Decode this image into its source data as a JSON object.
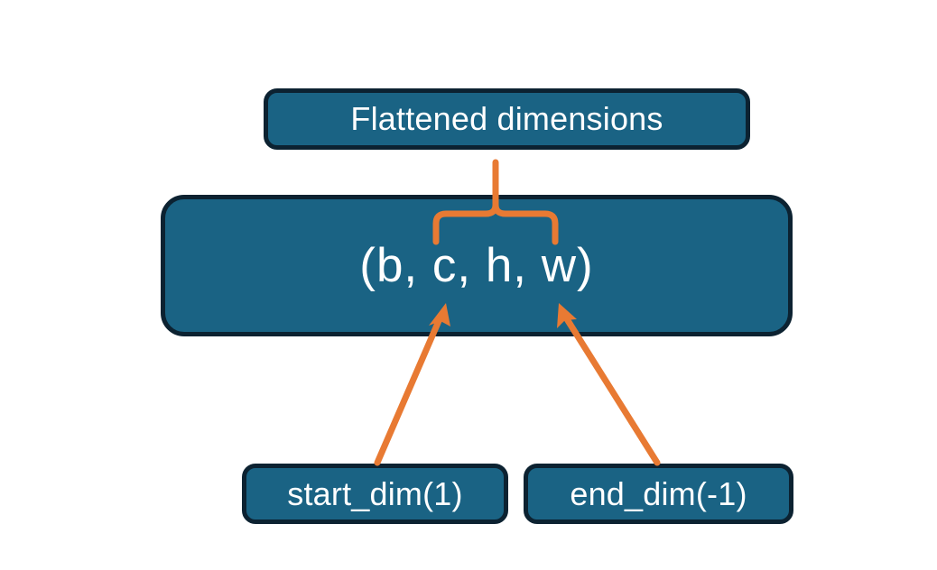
{
  "diagram": {
    "title_node": {
      "label": "Flattened dimensions",
      "name": "flattened-dimensions-box"
    },
    "shape_node": {
      "label": "(b, c, h, w)",
      "name": "tensor-shape-box",
      "dims": [
        "b",
        "c",
        "h",
        "w"
      ]
    },
    "start_node": {
      "label": "start_dim(1)",
      "name": "start-dim-box",
      "value": 1
    },
    "end_node": {
      "label": "end_dim(-1)",
      "name": "end-dim-box",
      "value": -1
    },
    "annotations": {
      "brace": {
        "name": "flattened-range-brace",
        "spans_dims": [
          "c",
          "h",
          "w"
        ]
      },
      "start_arrow": {
        "name": "start-dim-arrow",
        "points_to": "c"
      },
      "end_arrow": {
        "name": "end-dim-arrow",
        "points_to": "w"
      }
    },
    "colors": {
      "box_fill": "#1a6384",
      "box_border": "#0c2231",
      "accent": "#e87a33",
      "text": "#ffffff",
      "background": "#ffffff"
    }
  }
}
